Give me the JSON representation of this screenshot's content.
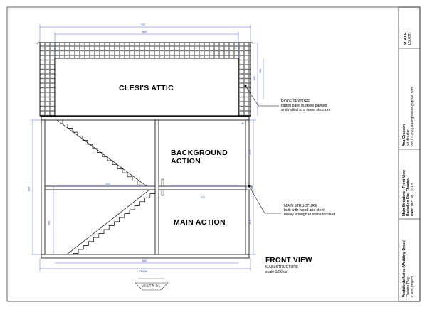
{
  "drawing": {
    "attic_label": "CLESI'S ATTIC",
    "background_label_1": "BACKGROUND",
    "background_label_2": "ACTION",
    "main_action_label": "MAIN ACTION",
    "roof_note": {
      "title": "ROOF TEXTURE",
      "line1": "flatten paint buckets painted",
      "line2": "and nailed to a wood structure"
    },
    "structure_note": {
      "title": "MAIN STRUCTURE",
      "line1": "built with wood and steel",
      "line2": "heavy enough to stand for itself"
    },
    "view_title": "FRONT VIEW",
    "view_subtitle": "MAIN STRUCTURE",
    "view_scale": "scale 1/50 cm",
    "view_tag": "VISTA 01",
    "dims": {
      "top_outer": "720",
      "top_inner": "600",
      "bottom_outer": "728.88",
      "bottom_inner": "600",
      "mid_span": "224",
      "mid_right": "372",
      "height_total": "650",
      "height_upper": "270",
      "height_lower": "270",
      "left_lower": "200",
      "right_small": "480",
      "right_attic": "180",
      "attic_gap": "45",
      "floor": "20"
    }
  },
  "title_block": {
    "scale_label": "SCALE",
    "scale_value": "1/50 cm",
    "author_name": "Ana Grasson",
    "author_role": "art director",
    "author_contact": "9991 0756 | anacgrasson@gmail.com",
    "sheet_title": "Main Structure - Front View",
    "sheet_subtitle": "Based on Stol Theatre",
    "date_label": "Date:",
    "date_value": "dec. 06 - 2013",
    "project_title": "Vestido de Noiva (Wedding Dress)",
    "project_line2": "Theatre Play",
    "project_line3": "Class project"
  }
}
